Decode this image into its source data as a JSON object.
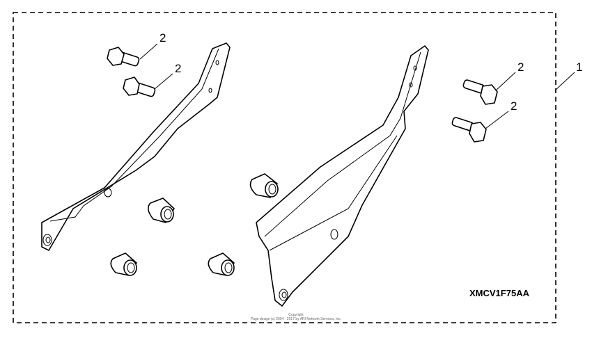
{
  "diagram": {
    "callouts": [
      "1",
      "2",
      "2",
      "2",
      "2"
    ],
    "part_code": "XMCV1F75AA",
    "copyright_line1": "Copyright",
    "copyright_line2": "Page design (c) 2004 - 2017 by ARI Network Services, Inc."
  }
}
